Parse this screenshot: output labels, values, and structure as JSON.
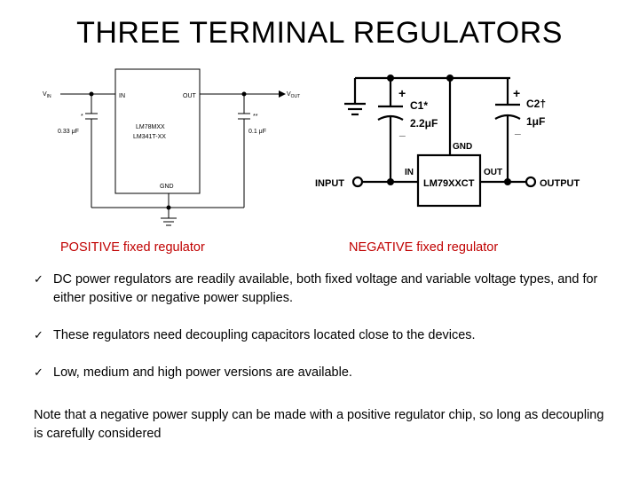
{
  "slide": {
    "title": "THREE TERMINAL REGULATORS"
  },
  "positive_diagram": {
    "caption": "POSITIVE fixed regulator",
    "vin_main": "V",
    "vin_sub": "IN",
    "vout_main": "V",
    "vout_sub": "OUT",
    "pin_in": "IN",
    "pin_out": "OUT",
    "pin_gnd": "GND",
    "chip_line1": "LM78MXX",
    "chip_line2": "LM341T-XX",
    "cin_star": "*",
    "cin_value": "0.33 μF",
    "cout_star": "**",
    "cout_value": "0.1 μF"
  },
  "negative_diagram": {
    "caption": "NEGATIVE fixed regulator",
    "c1_label": "C1*",
    "c1_value": "2.2μF",
    "c2_label": "C2†",
    "c2_value": "1μF",
    "plus": "+",
    "minus": "_",
    "pin_gnd": "GND",
    "pin_in": "IN",
    "pin_out": "OUT",
    "chip": "LM79XXCT",
    "input_label": "INPUT",
    "output_label": "OUTPUT"
  },
  "bullets": [
    "DC power regulators are readily available, both fixed voltage and variable voltage types, and for either positive or negative power supplies.",
    "These regulators need decoupling capacitors located close to the devices.",
    "Low, medium and high power versions are available."
  ],
  "check_glyph": "✓",
  "note": "Note that a negative power supply can be made with a positive regulator chip, so long as decoupling is carefully considered",
  "colors": {
    "caption": "#c00000",
    "text": "#000000",
    "background": "#ffffff"
  }
}
